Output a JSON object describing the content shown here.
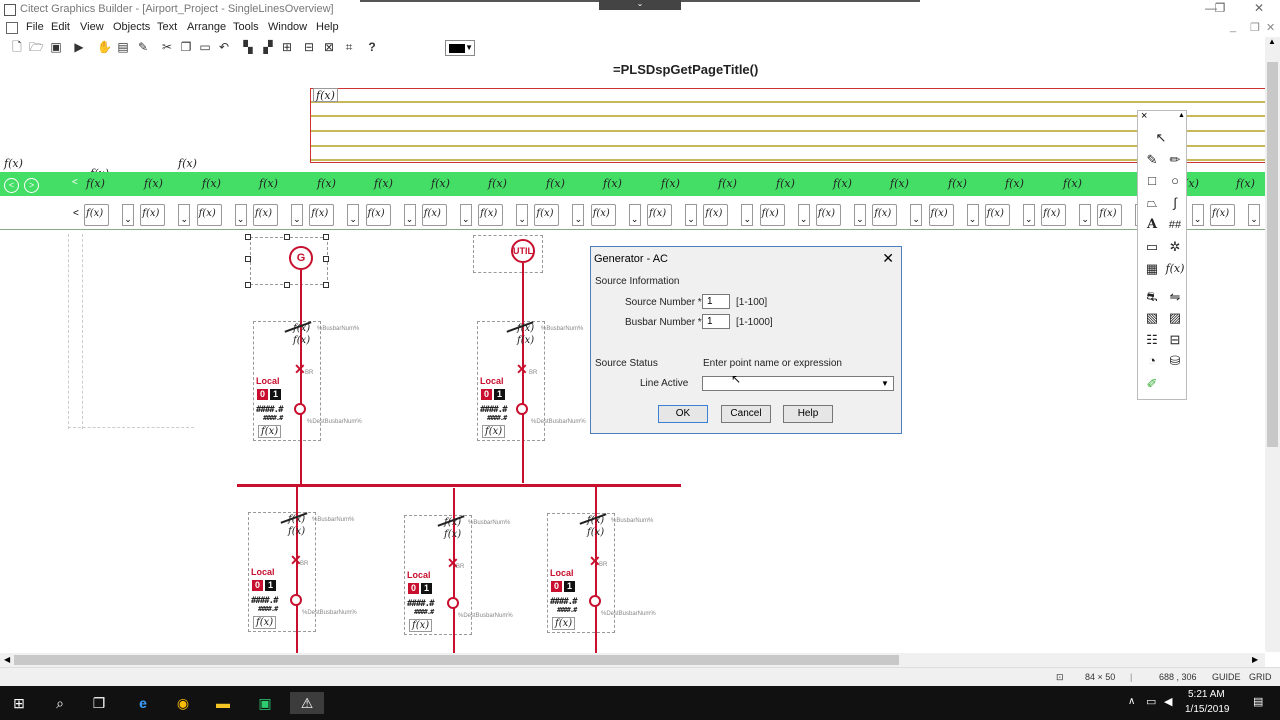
{
  "window": {
    "title": "Citect Graphics Builder - [Airport_Project - SingleLinesOverview]",
    "controls": [
      "—",
      "❐",
      "✕"
    ]
  },
  "menu": [
    "File",
    "Edit",
    "View",
    "Objects",
    "Text",
    "Arrange",
    "Tools",
    "Window",
    "Help"
  ],
  "toolbar_icons": [
    "new-icon",
    "open-icon",
    "save-icon",
    "run-icon",
    "hand-icon",
    "print-icon",
    "edit-icon",
    "cut-icon",
    "copy-icon",
    "paste-icon",
    "undo-icon",
    "group-icon",
    "ungroup-icon",
    "align-icon",
    "layout-icon",
    "grid-icon",
    "help-icon"
  ],
  "toolbar_help": "?",
  "canvas": {
    "page_title": "=PLSDspGetPageTitle()",
    "fx_label": "f(x)",
    "cells": [
      {
        "label": "Local",
        "off": "0",
        "on": "1",
        "value": "####.#",
        "value2": "####.#",
        "busbar": "%BusbarNum%",
        "dest": "%DestBusbarNum%",
        "br": "BR"
      },
      {
        "label": "Local",
        "off": "0",
        "on": "1",
        "value": "####.#",
        "value2": "####.#",
        "busbar": "%BusbarNum%",
        "dest": "%DestBusbarNum%",
        "br": "BR"
      },
      {
        "label": "Local",
        "off": "0",
        "on": "1",
        "value": "####.#",
        "value2": "####.#",
        "busbar": "%BusbarNum%",
        "dest": "%DestBusbarNum%",
        "br": "BR"
      },
      {
        "label": "Local",
        "off": "0",
        "on": "1",
        "value": "####.#",
        "value2": "####.#",
        "busbar": "%BusbarNum%",
        "dest": "%DestBusbarNum%",
        "br": "BR"
      },
      {
        "label": "Local",
        "off": "0",
        "on": "1",
        "value": "####.#",
        "value2": "####.#",
        "busbar": "%BusbarNum%",
        "dest": "%DestBusbarNum%",
        "br": "BR"
      }
    ],
    "generator_symbol": "G",
    "utility_symbol": "UTIL"
  },
  "dialog": {
    "title": "Generator - AC",
    "close": "✕",
    "section_source": "Source Information",
    "source_number_label": "Source Number *",
    "source_number_value": "1",
    "source_number_range": "[1-100]",
    "busbar_number_label": "Busbar Number *",
    "busbar_number_value": "1",
    "busbar_number_range": "[1-1000]",
    "section_status": "Source Status",
    "hint": "Enter point name or expression",
    "line_active_label": "Line Active",
    "line_active_value": "",
    "ok": "OK",
    "cancel": "Cancel",
    "help": "Help"
  },
  "palette": {
    "close": "×",
    "tools": [
      "pointer-icon",
      "freehand-icon",
      "pen-icon",
      "rectangle-icon",
      "ellipse-icon",
      "polygon-icon",
      "pipe-icon",
      "text-icon",
      "number-icon",
      "button-icon",
      "symbol-set-icon",
      "trend-icon",
      "cicode-object-icon",
      "genie-icon",
      "pump-icon",
      "symbol-icon",
      "image-icon",
      "table-icon",
      "slider-icon",
      "meter-icon",
      "database-icon",
      "paint-icon"
    ],
    "text_tool": "A",
    "number_tool": "##",
    "fx_tool": "f(x)"
  },
  "statusbar": {
    "size": "84 × 50",
    "coords": "688 , 306",
    "guide": "GUIDE",
    "grid": "GRID"
  },
  "taskbar": {
    "time": "5:21 AM",
    "date": "1/15/2019"
  }
}
